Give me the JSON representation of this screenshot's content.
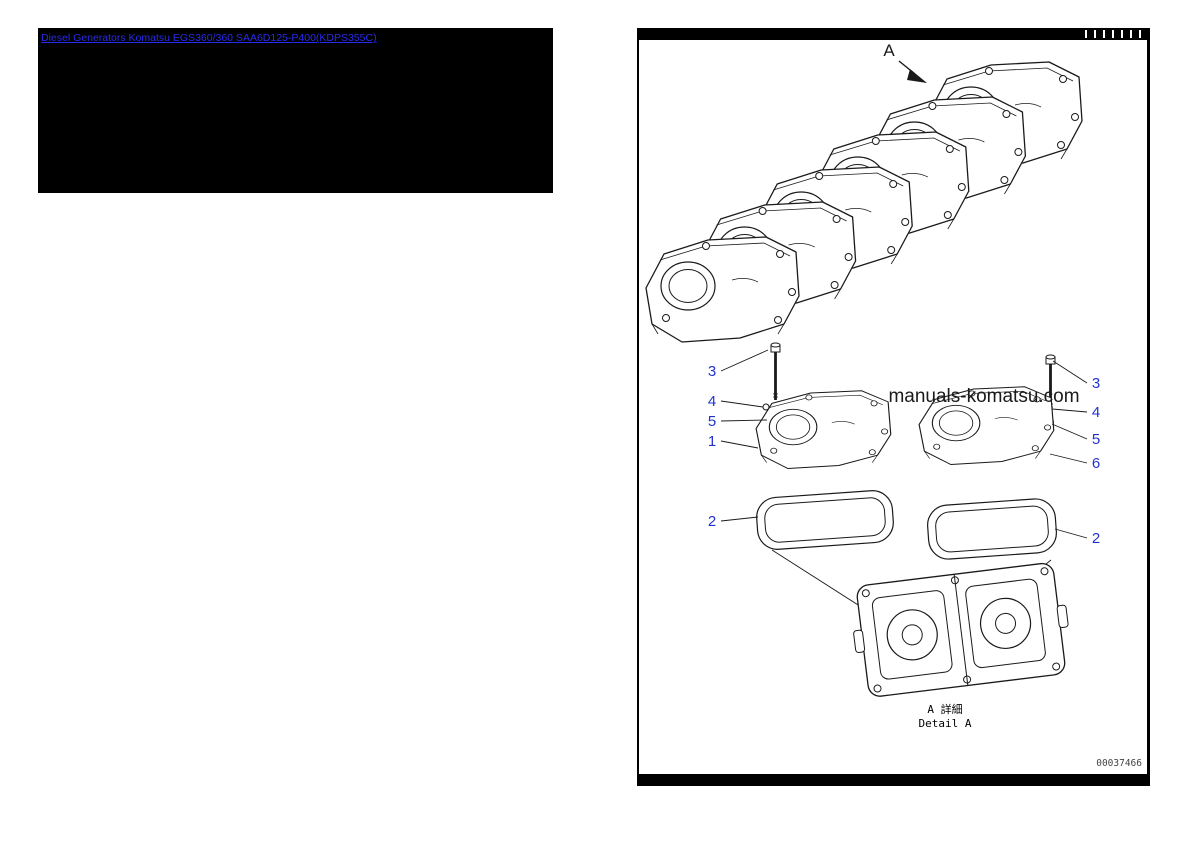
{
  "header": {
    "link_text": "Diesel Generators Komatsu EGS360/360 SAA6D125-P400(KDPS355C)",
    "link_color": "#2a2aee",
    "background_color": "#000000"
  },
  "diagram": {
    "view_arrow_label": "A",
    "watermark": "manuals-komatsu.com",
    "detail_caption_jp": "A 詳細",
    "detail_caption_en": "Detail A",
    "drawing_number": "00037466",
    "callout_color": "#2233cc",
    "line_color": "#1a1a1a",
    "callouts": [
      {
        "label": "3",
        "side": "left"
      },
      {
        "label": "4",
        "side": "left"
      },
      {
        "label": "5",
        "side": "left"
      },
      {
        "label": "1",
        "side": "left"
      },
      {
        "label": "2",
        "side": "left"
      },
      {
        "label": "3",
        "side": "right"
      },
      {
        "label": "4",
        "side": "right"
      },
      {
        "label": "5",
        "side": "right"
      },
      {
        "label": "6",
        "side": "right"
      },
      {
        "label": "2",
        "side": "right"
      }
    ]
  }
}
